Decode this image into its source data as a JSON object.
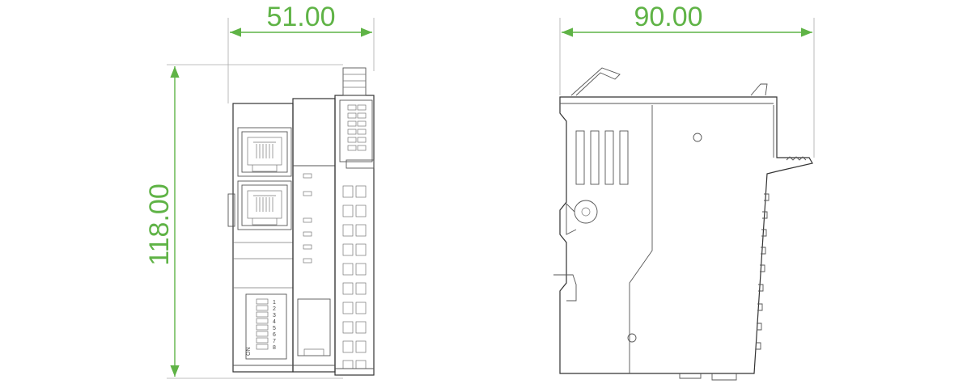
{
  "dimensions": {
    "front_width": "51.00",
    "side_depth": "90.00",
    "height": "118.00"
  },
  "dip_switch": {
    "on_label": "ON",
    "positions": [
      "1",
      "2",
      "3",
      "4",
      "5",
      "6",
      "7",
      "8"
    ]
  },
  "colors": {
    "dimension": "#5fb346",
    "outline": "#333333",
    "extension_lines": "#aaaaaa"
  }
}
